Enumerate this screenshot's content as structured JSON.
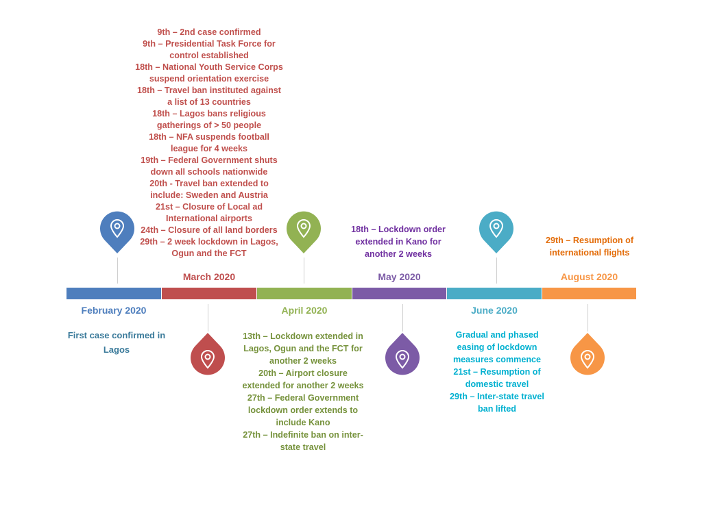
{
  "colors": {
    "february": "#4E7EBD",
    "march": "#BF4E4E",
    "april": "#92B253",
    "may": "#7C5BA6",
    "june": "#4BACC6",
    "august": "#F79646",
    "february_text": "#3A7A9A",
    "march_text": "#C0504D",
    "april_text": "#76923C",
    "may_text": "#7030A0",
    "june_text": "#00B0D0",
    "august_text": "#E36C09"
  },
  "months": [
    {
      "key": "february",
      "label": "February 2020"
    },
    {
      "key": "march",
      "label": "March 2020"
    },
    {
      "key": "april",
      "label": "April 2020"
    },
    {
      "key": "may",
      "label": "May 2020"
    },
    {
      "key": "june",
      "label": "June 2020"
    },
    {
      "key": "august",
      "label": "August 2020"
    }
  ],
  "icon": "location-pin-icon",
  "events": {
    "february": [
      "First case confirmed in",
      "Lagos"
    ],
    "march": [
      "9th – 2nd case confirmed",
      "9th – Presidential Task Force for",
      "control established",
      "18th – National Youth Service Corps",
      "suspend orientation exercise",
      "18th – Travel ban instituted against",
      "a list of 13 countries",
      "18th – Lagos bans religious",
      "gatherings of > 50 people",
      "18th – NFA suspends football",
      "league for 4 weeks",
      "19th – Federal Government shuts",
      "down all schools nationwide",
      "20th  - Travel ban extended to",
      "include: Sweden and Austria",
      "21st – Closure of Local ad",
      "International airports",
      "24th – Closure of all land borders",
      "29th – 2 week  lockdown in Lagos,",
      "Ogun and the FCT"
    ],
    "april": [
      "13th – Lockdown extended in",
      "Lagos, Ogun and the FCT for",
      "another 2 weeks",
      "20th – Airport closure",
      "extended for another 2 weeks",
      "27th – Federal Government",
      "lockdown order extends to",
      "include Kano",
      "27th – Indefinite ban on inter-",
      "state travel"
    ],
    "may": [
      "18th – Lockdown order",
      "extended in Kano for",
      "another 2 weeks"
    ],
    "june": [
      "Gradual and phased",
      "easing of lockdown",
      "measures commence",
      "21st – Resumption of",
      "domestic travel",
      "29th – Inter-state travel",
      "ban lifted"
    ],
    "august": [
      "29th – Resumption of",
      "international flights"
    ]
  }
}
